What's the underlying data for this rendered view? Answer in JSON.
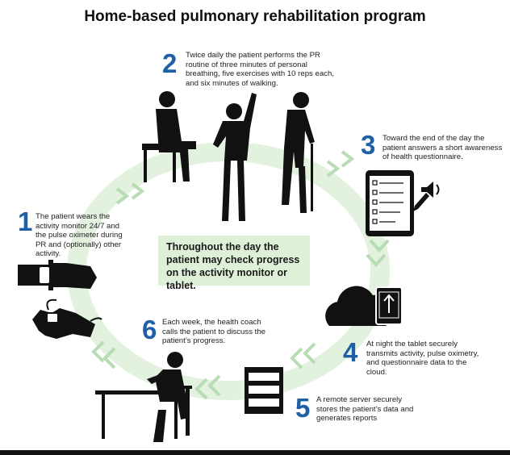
{
  "title": "Home-based pulmonary rehabilitation program",
  "center_note": "Throughout the day the patient may check progress on the activity monitor or tablet.",
  "steps": [
    {
      "number": "1",
      "text": "The patient wears the activity monitor 24/7 and the pulse oximeter during PR and (optionally) other activity.",
      "icon": "wearable-devices-icon"
    },
    {
      "number": "2",
      "text": "Twice daily the patient performs the PR routine of three minutes of personal breathing, five exercises with 10 reps each, and six minutes of walking.",
      "icon": "exercising-people-icon"
    },
    {
      "number": "3",
      "text": "Toward the end of the day the patient answers a short awareness of health questionnaire.",
      "icon": "tablet-questionnaire-icon"
    },
    {
      "number": "4",
      "text": "At night the tablet securely transmits activity, pulse oximetry, and questionnaire data to the cloud.",
      "icon": "cloud-upload-icon"
    },
    {
      "number": "5",
      "text": "A remote server securely stores the patient’s data and generates reports",
      "icon": "server-icon"
    },
    {
      "number": "6",
      "text": "Each week, the health coach calls the patient to discuss the patient’s progress.",
      "icon": "health-coach-icon"
    }
  ],
  "colors": {
    "cycle_ring": "#e3f1df",
    "cycle_arrow": "#b8dcb3",
    "step_number": "#1f5fa6",
    "note_box": "#dff0d8",
    "figures": "#111111"
  }
}
